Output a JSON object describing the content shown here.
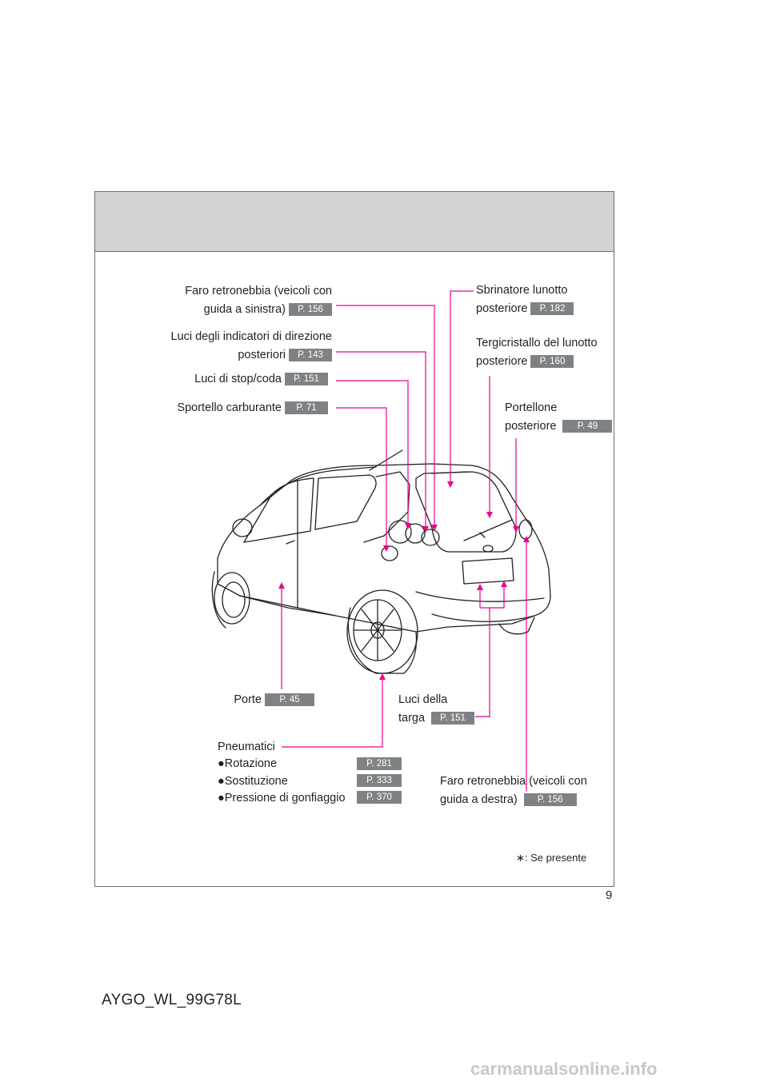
{
  "page": {
    "number": "9",
    "doc_code": "AYGO_WL_99G78L",
    "watermark": "carmanualsonline.info"
  },
  "labels": {
    "fog_left": {
      "line1": "Faro retronebbia (veicoli con",
      "line2": "guida a sinistra)",
      "ref": "P. 156"
    },
    "turn_rear": {
      "line1": "Luci degli indicatori di direzione",
      "line2": "posteriori",
      "ref": "P. 143"
    },
    "stop_tail": {
      "line1": "Luci di stop/coda",
      "ref": "P. 151"
    },
    "fuel_door": {
      "line1": "Sportello carburante",
      "ref": "P. 71"
    },
    "defogger": {
      "line1": "Sbrinatore lunotto",
      "line2": "posteriore",
      "ref": "P. 182"
    },
    "wiper": {
      "line1": "Tergicristallo del lunotto",
      "line2": "posteriore",
      "ref": "P. 160"
    },
    "tailgate": {
      "line1": "Portellone",
      "line2": "posteriore",
      "ref": "P. 49"
    },
    "doors": {
      "line1": "Porte",
      "ref": "P. 45"
    },
    "plate": {
      "line1": "Luci della",
      "line2": "targa",
      "ref": "P. 151"
    },
    "tires": {
      "title": "Pneumatici",
      "bullet": "●",
      "items": [
        {
          "label": "Rotazione",
          "ref": "P. 281"
        },
        {
          "label": "Sostituzione",
          "ref": "P. 333"
        },
        {
          "label": "Pressione di gonfiaggio",
          "ref": "P. 370"
        }
      ]
    },
    "fog_right": {
      "line1": "Faro retronebbia (veicoli con",
      "line2": "guida a destra)",
      "ref": "P. 156"
    }
  },
  "footnote": {
    "symbol": "∗",
    "text": ": Se presente"
  },
  "colors": {
    "callout": "#ec008c",
    "header_band": "#d1d3d4",
    "ref_badge": "#7f8284"
  }
}
